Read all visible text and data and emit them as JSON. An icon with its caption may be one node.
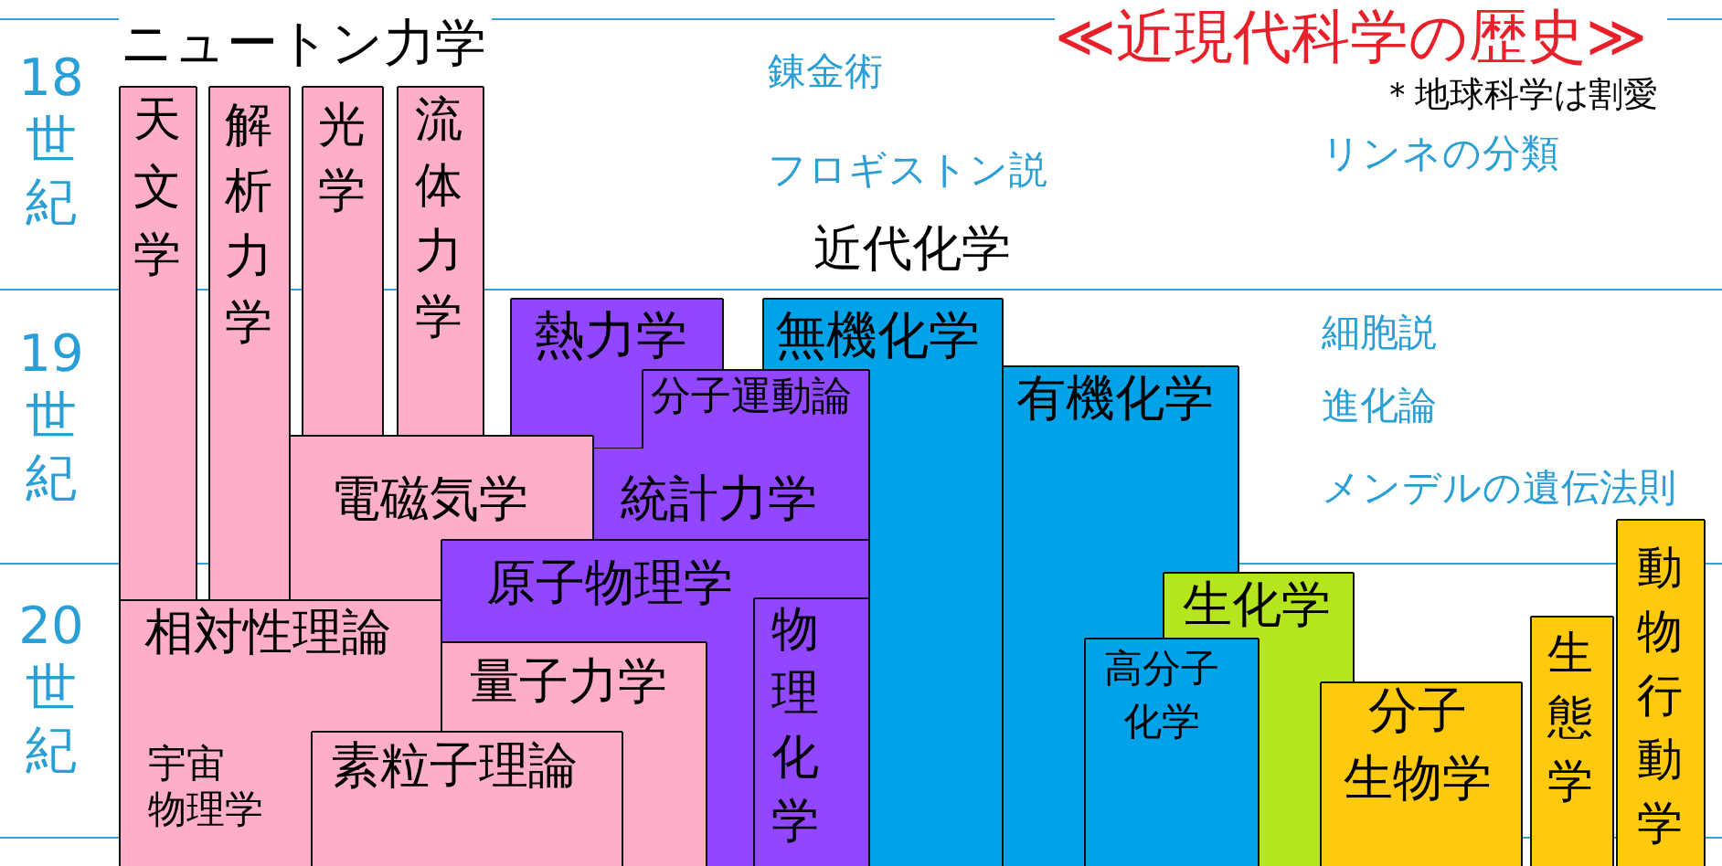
{
  "diagram": {
    "title": "≪近現代科学の歴史≫",
    "nodes": [
      {
        "text": [
          "天文学"
        ]
      },
      {
        "text": [
          "解析力学"
        ]
      },
      {
        "text": [
          "光学"
        ]
      },
      {
        "text": [
          "流体力学"
        ]
      },
      {
        "text": [
          "熱力学"
        ]
      },
      {
        "text": [
          "無機化学"
        ]
      },
      {
        "text": [
          "有機化学"
        ]
      },
      {
        "text": [
          "分子運動論"
        ]
      },
      {
        "text": [
          "電磁気学"
        ]
      },
      {
        "text": [
          "統計力学"
        ]
      },
      {
        "text": [
          "動物行動学"
        ]
      },
      {
        "text": [
          "原子物理学"
        ]
      },
      {
        "text": [
          "生化学"
        ]
      },
      {
        "text": [
          "物理化学"
        ]
      },
      {
        "text": [
          "相対性理論",
          "宇宙物理学"
        ]
      },
      {
        "text": [
          "生態学"
        ]
      },
      {
        "text": [
          "高分子化学"
        ]
      },
      {
        "text": [
          "量子力学"
        ]
      },
      {
        "text": [
          "分子生物学"
        ]
      },
      {
        "text": [
          "素粒子理論"
        ]
      }
    ],
    "labels": [
      "ニュートン力学",
      "＊地球科学は割愛",
      "18世紀",
      "錬金術",
      "フロギストン説",
      "リンネの分類",
      "近代化学",
      "19世紀",
      "細胞説",
      "進化論",
      "メンデルの遺伝法則",
      "20世紀"
    ]
  }
}
